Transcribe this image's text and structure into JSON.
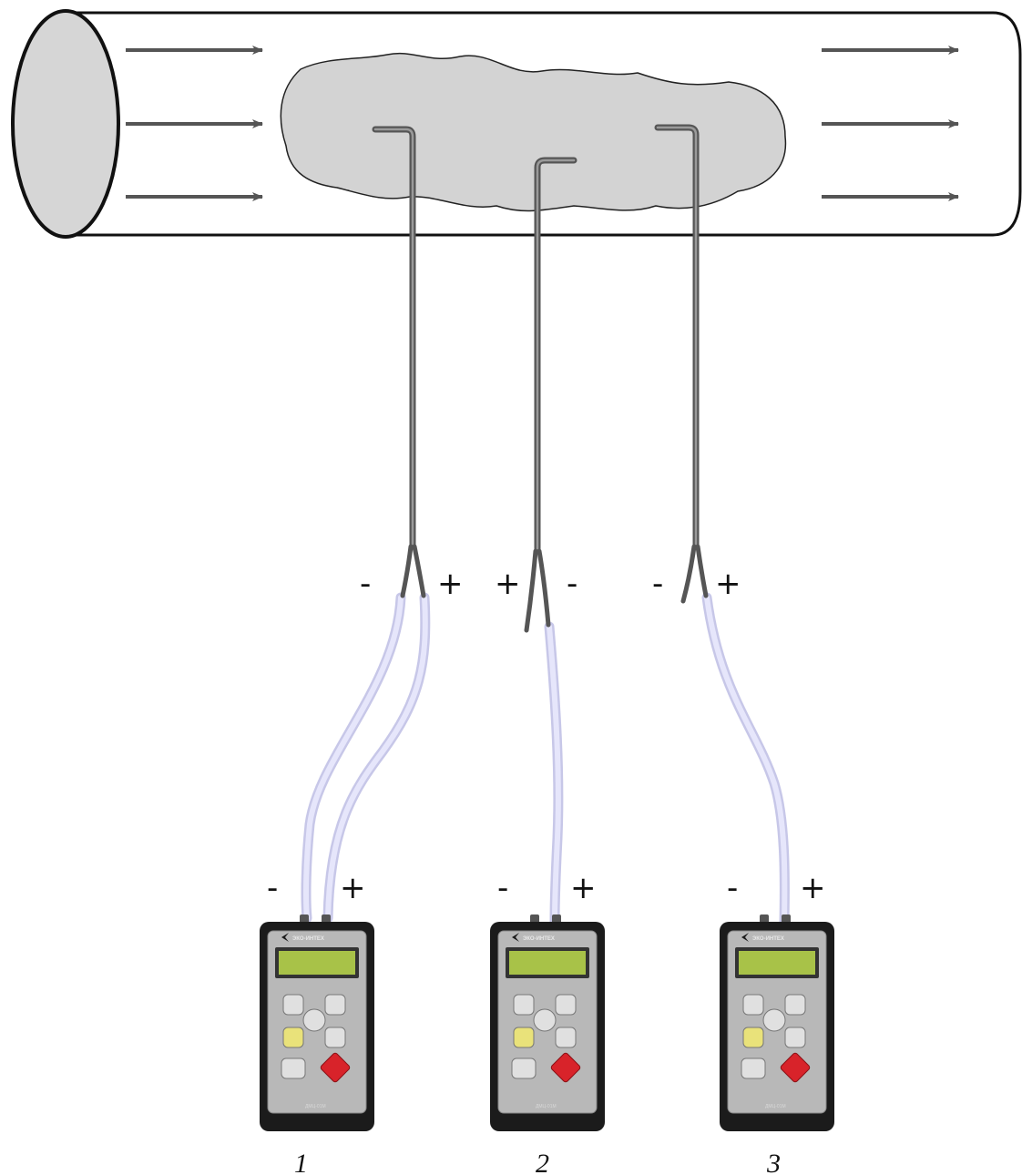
{
  "probe_tip_labels": [
    {
      "minus": "-",
      "plus": "+"
    },
    {
      "plus": "+",
      "minus": "-"
    },
    {
      "minus": "-",
      "plus": "+"
    }
  ],
  "instruments": [
    {
      "number": "1",
      "minus_label": "-",
      "plus_label": "+",
      "brand": "ЭКО-ИНТЕХ",
      "model": "ДМЦ-01М"
    },
    {
      "number": "2",
      "minus_label": "-",
      "plus_label": "+",
      "brand": "ЭКО-ИНТЕХ",
      "model": "ДМЦ-01М"
    },
    {
      "number": "3",
      "minus_label": "-",
      "plus_label": "+",
      "brand": "ЭКО-ИНТЕХ",
      "model": "ДМЦ-01М"
    }
  ],
  "colors": {
    "pipe_outline": "#111111",
    "pipe_end": "#d6d6d6",
    "cloud_fill": "#d3d3d3",
    "arrow": "#555555",
    "probe_tube": "#6a6a6a",
    "hose": "#dcdcf5",
    "device_body": "#1b1b1b",
    "device_panel": "#b8b8b8",
    "lcd": "#a8c248",
    "stop_button": "#d8232a"
  }
}
